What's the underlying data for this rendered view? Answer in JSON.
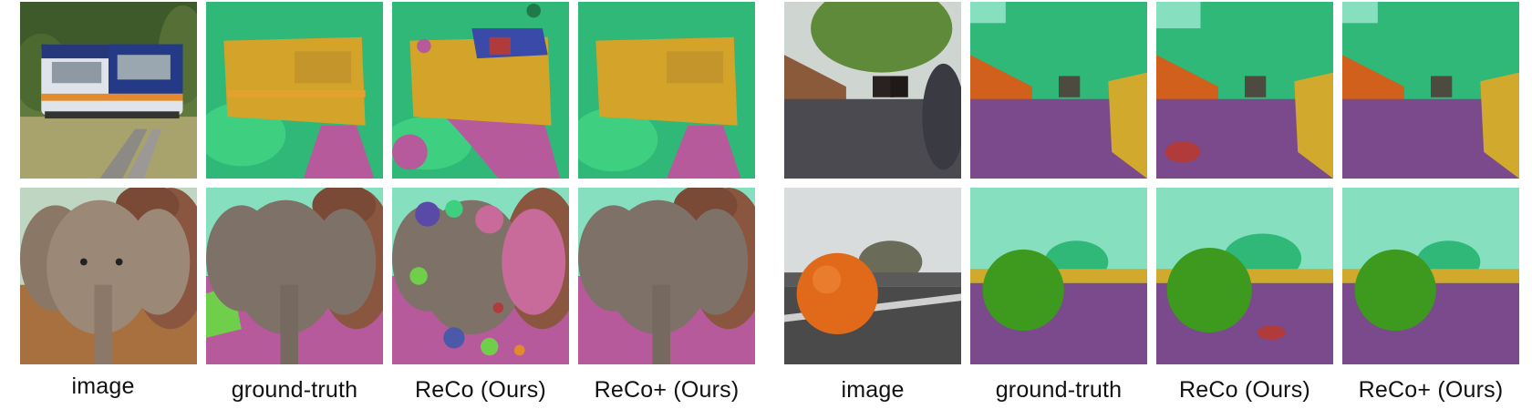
{
  "captions": {
    "left": [
      "image",
      "ground-truth",
      "ReCo (Ours)",
      "ReCo+ (Ours)"
    ],
    "right": [
      "image",
      "ground-truth",
      "ReCo (Ours)",
      "ReCo+ (Ours)"
    ]
  },
  "colors": {
    "train_seg": "#d4a32a",
    "vegetation_seg": "#2fb877",
    "rail_seg": "#b75a9c",
    "road_seg": "#7a4a8c",
    "sky_seg": "#86e0c0",
    "elephant_seg": "#7d7168",
    "fence_seg": "#d0601c",
    "car_seg": "#d1a92c",
    "orange_seg": "#3e9a1f",
    "error_seg": "#b13b3b"
  }
}
